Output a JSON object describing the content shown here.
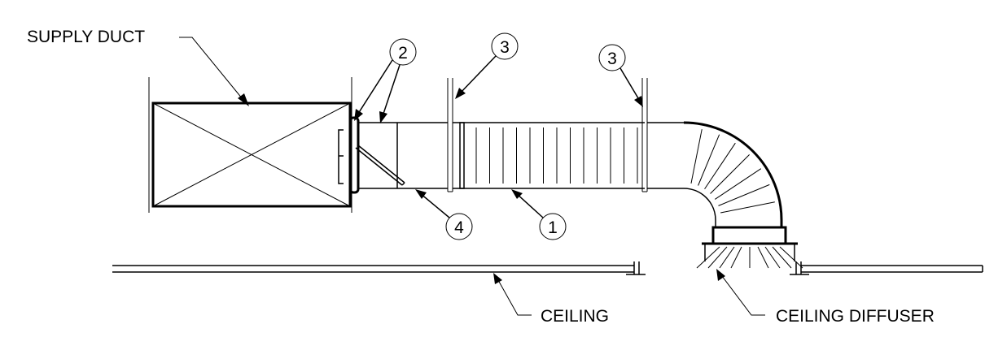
{
  "labels": {
    "supply_duct": "SUPPLY DUCT",
    "ceiling": "CEILING",
    "ceiling_diffuser": "CEILING DIFFUSER"
  },
  "callouts": {
    "c1": "1",
    "c2": "2",
    "c3a": "3",
    "c3b": "3",
    "c4": "4"
  },
  "colors": {
    "line": "#000000",
    "background": "#ffffff"
  }
}
